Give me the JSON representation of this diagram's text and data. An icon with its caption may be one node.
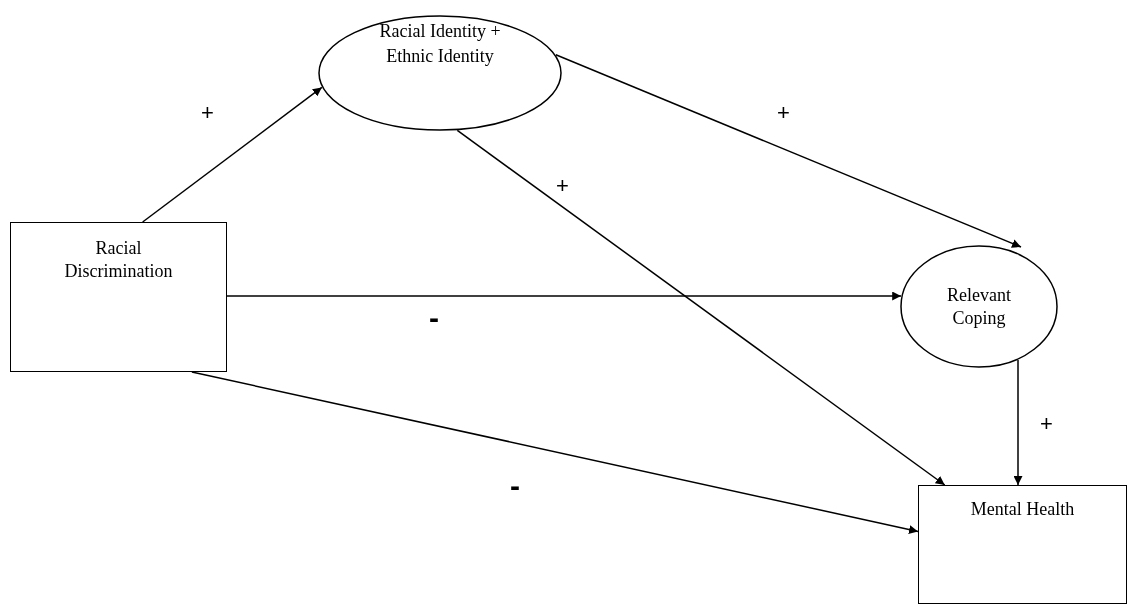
{
  "diagram": {
    "nodes": [
      {
        "text": [
          "Racial Discrimination"
        ]
      },
      {
        "text": [
          "Racial Identity + Ethnic Identity"
        ]
      },
      {
        "text": [
          "Relevant Coping"
        ]
      },
      {
        "text": [
          "Mental Health"
        ]
      }
    ],
    "edges": [
      {
        "from": 0,
        "to": 1,
        "arrow": "to",
        "label": "+"
      },
      {
        "from": 1,
        "to": 2,
        "arrow": "to",
        "label": "+"
      },
      {
        "from": 1,
        "to": 3,
        "arrow": "to",
        "label": "+"
      },
      {
        "from": 0,
        "to": 2,
        "arrow": "to",
        "label": "-"
      },
      {
        "from": 0,
        "to": 3,
        "arrow": "to",
        "label": "-"
      },
      {
        "from": 2,
        "to": 3,
        "arrow": "to",
        "label": "+"
      }
    ]
  }
}
